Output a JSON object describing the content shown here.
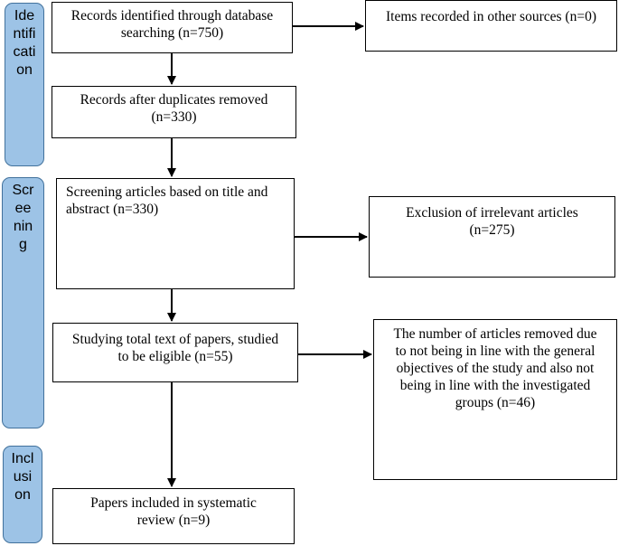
{
  "phases": {
    "identification": [
      "Ide",
      "ntifi",
      "cati",
      "on"
    ],
    "screening": [
      "Scr",
      "ee",
      "nin",
      "g"
    ],
    "inclusion": [
      "Incl",
      "usi",
      "on"
    ]
  },
  "boxes": {
    "records_identified": [
      "Records identified through database",
      "searching (n=750)"
    ],
    "other_sources": [
      "Items recorded in other sources (n=0)"
    ],
    "duplicates_removed": [
      "Records after duplicates removed",
      "(n=330)"
    ],
    "screening": [
      "Screening articles based on title and",
      "abstract (n=330)"
    ],
    "exclusion": [
      "Exclusion of irrelevant articles",
      "(n=275)"
    ],
    "full_text": [
      "Studying total text of papers, studied",
      "to be eligible (n=55)"
    ],
    "removed": [
      "The number of articles removed due",
      "to not being in line with the general",
      "objectives of the study and also not",
      "being in line with the investigated",
      "groups (n=46)"
    ],
    "included": [
      "Papers included in systematic",
      "review (n=9)"
    ]
  }
}
